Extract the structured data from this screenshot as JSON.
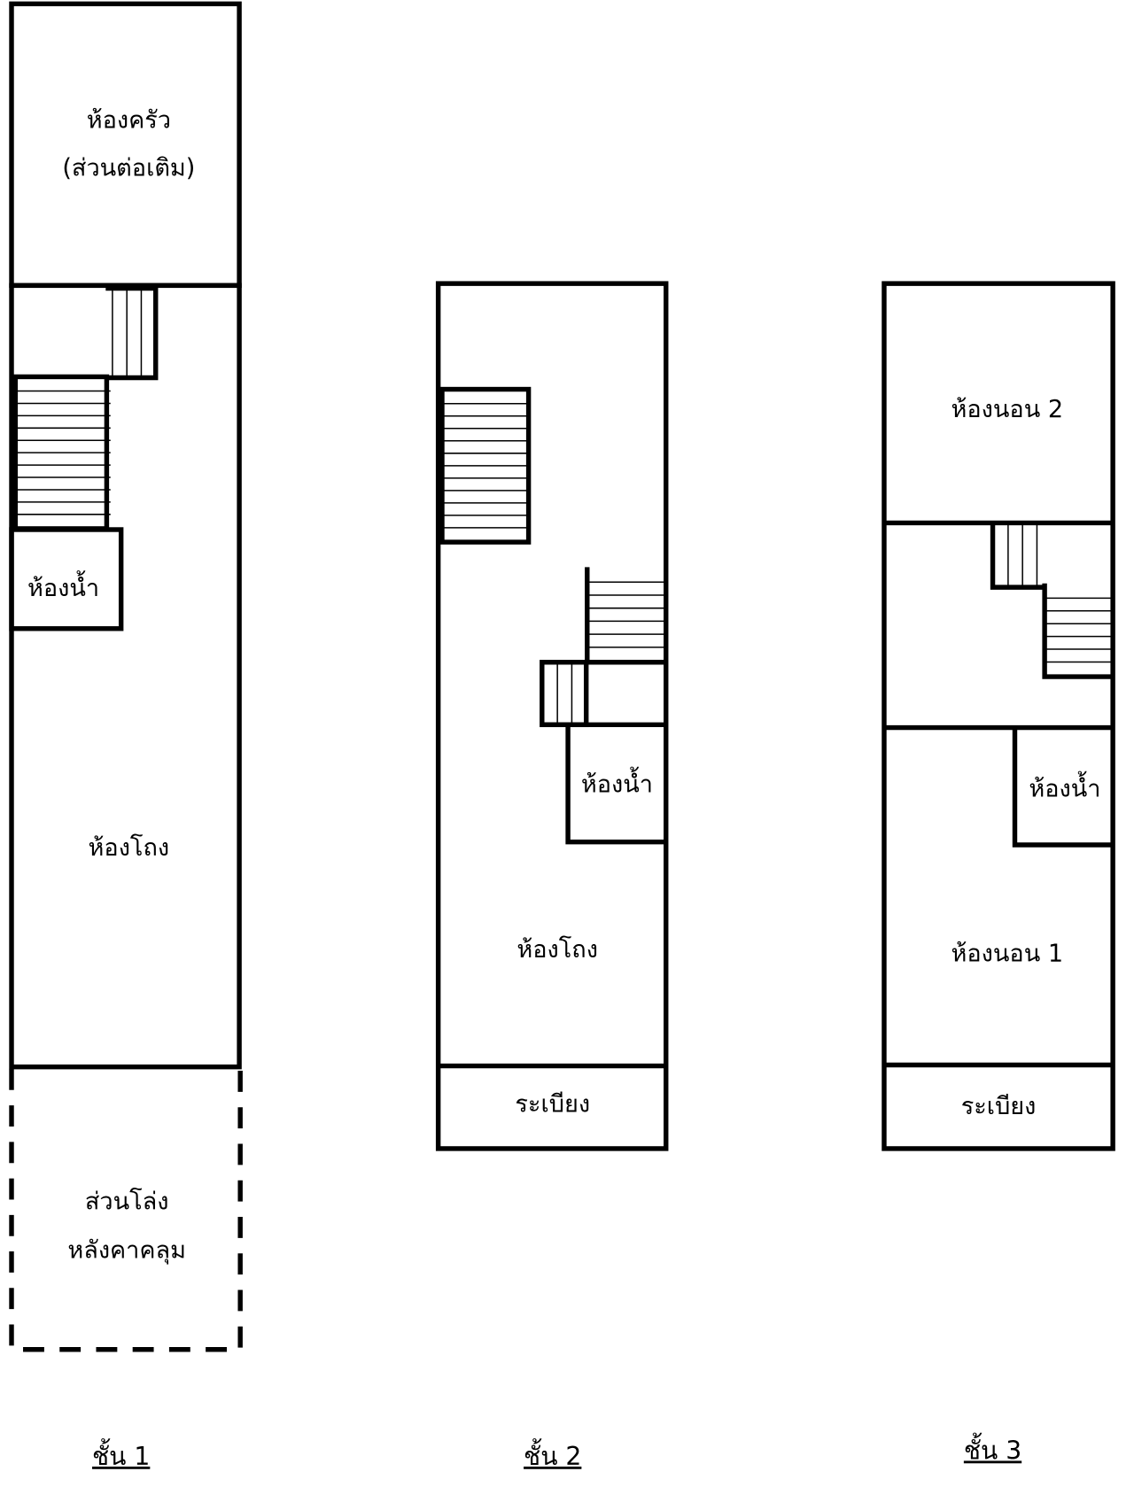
{
  "floors": [
    {
      "label": "ชั้น 1",
      "rooms": {
        "kitchen_line1": "ห้องครัว",
        "kitchen_line2": "(ส่วนต่อเติม)",
        "bathroom": "ห้องน้ำ",
        "hall": "ห้องโถง",
        "open_line1": "ส่วนโล่ง",
        "open_line2": "หลังคาคลุม"
      }
    },
    {
      "label": "ชั้น 2",
      "rooms": {
        "bathroom": "ห้องน้ำ",
        "hall": "ห้องโถง",
        "balcony": "ระเบียง"
      }
    },
    {
      "label": "ชั้น 3",
      "rooms": {
        "bedroom2": "ห้องนอน 2",
        "bathroom": "ห้องน้ำ",
        "bedroom1": "ห้องนอน 1",
        "balcony": "ระเบียง"
      }
    }
  ]
}
